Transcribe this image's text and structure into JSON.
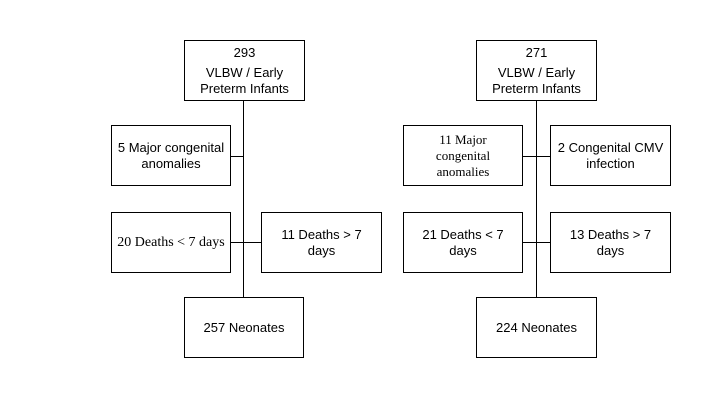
{
  "left": {
    "top": {
      "count": "293",
      "line1": "VLBW / Early",
      "line2": "Preterm Infants"
    },
    "anomalies": {
      "line1": "5 Major congenital",
      "line2": "anomalies"
    },
    "deaths_early": "20 Deaths < 7 days",
    "deaths_late": "11 Deaths > 7 days",
    "result": "257 Neonates"
  },
  "right": {
    "top": {
      "count": "271",
      "line1": "VLBW / Early",
      "line2": "Preterm Infants"
    },
    "anomalies": {
      "line1": "11 Major",
      "line2": "congenital",
      "line3": "anomalies"
    },
    "cmv": {
      "line1": "2 Congenital CMV",
      "line2": "infection"
    },
    "deaths_early": "21 Deaths < 7 days",
    "deaths_late": "13 Deaths > 7 days",
    "result": "224 Neonates"
  }
}
